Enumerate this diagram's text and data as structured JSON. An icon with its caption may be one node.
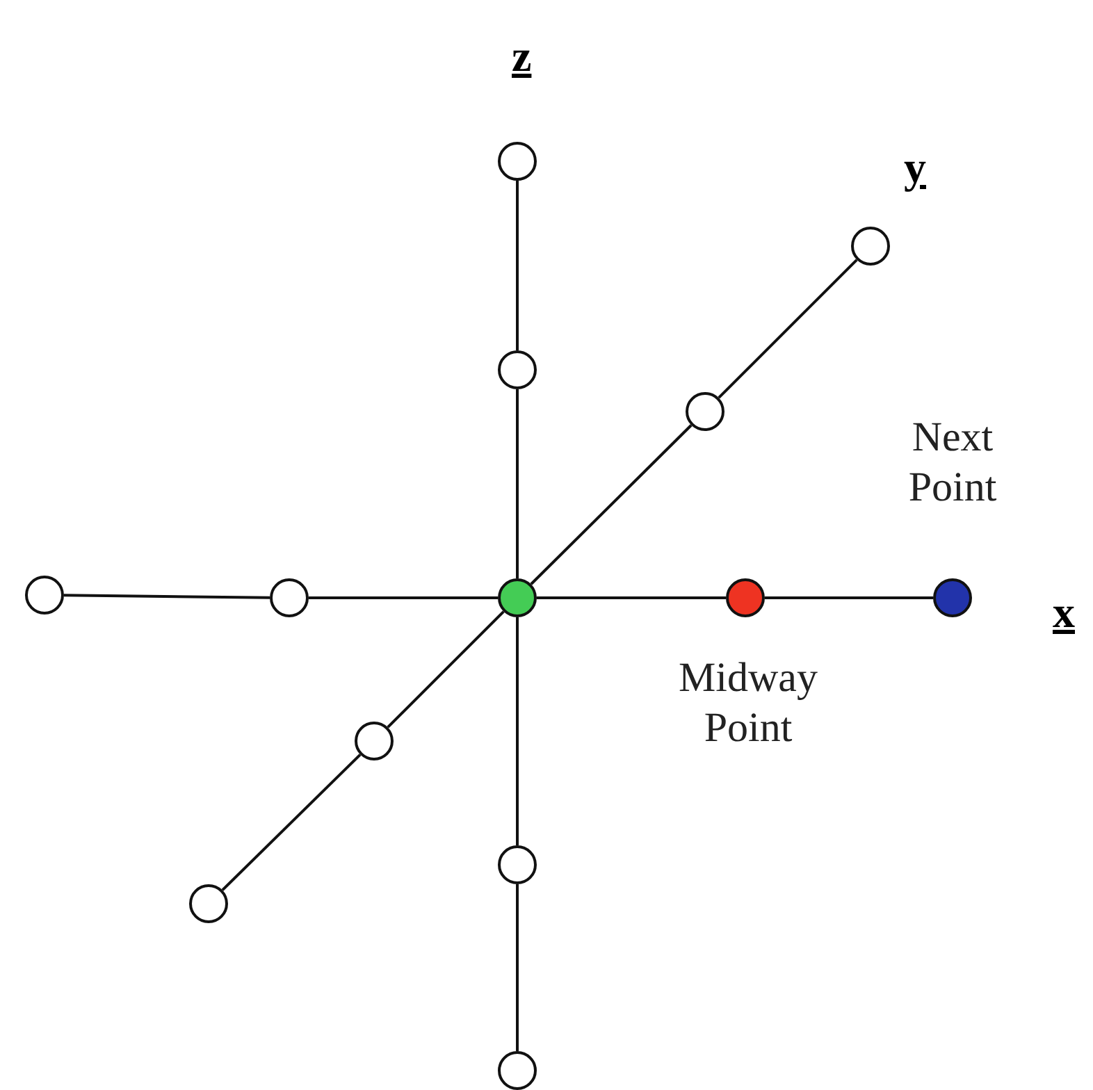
{
  "diagram": {
    "nodes": [
      {
        "text": [],
        "shape": "circle"
      },
      {
        "text": [],
        "shape": "circle"
      },
      {
        "text": [],
        "shape": "circle"
      },
      {
        "text": [],
        "shape": "circle"
      },
      {
        "text": [],
        "shape": "circle"
      },
      {
        "text": [],
        "shape": "circle"
      },
      {
        "text": [],
        "shape": "circle"
      },
      {
        "text": [],
        "shape": "circle",
        "beside": [
          "Midway Point"
        ]
      },
      {
        "text": [],
        "shape": "circle",
        "beside": [
          "Next Point"
        ]
      },
      {
        "text": [],
        "shape": "circle"
      },
      {
        "text": [],
        "shape": "circle"
      },
      {
        "text": [],
        "shape": "circle"
      },
      {
        "text": [],
        "shape": "circle"
      }
    ],
    "edges": [
      {
        "from": 0,
        "to": 2,
        "arrow": "none"
      },
      {
        "from": 2,
        "to": 6,
        "arrow": "none"
      },
      {
        "from": 6,
        "to": 10,
        "arrow": "none"
      },
      {
        "from": 10,
        "to": 12,
        "arrow": "none"
      },
      {
        "from": 4,
        "to": 5,
        "arrow": "none"
      },
      {
        "from": 5,
        "to": 6,
        "arrow": "none"
      },
      {
        "from": 6,
        "to": 7,
        "arrow": "none"
      },
      {
        "from": 7,
        "to": 8,
        "arrow": "none"
      },
      {
        "from": 1,
        "to": 3,
        "arrow": "none"
      },
      {
        "from": 3,
        "to": 6,
        "arrow": "none"
      },
      {
        "from": 6,
        "to": 9,
        "arrow": "none"
      },
      {
        "from": 9,
        "to": 11,
        "arrow": "none"
      }
    ],
    "labels": [
      "z",
      "y",
      "x"
    ]
  }
}
